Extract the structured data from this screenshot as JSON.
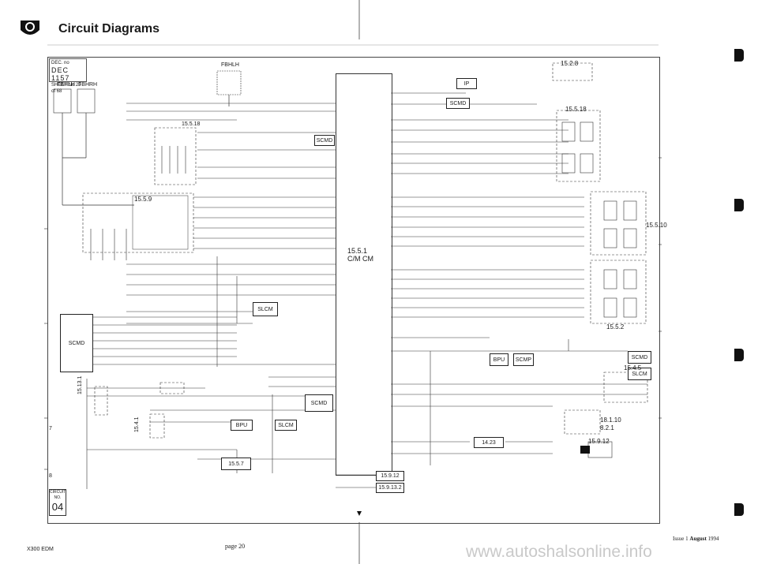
{
  "header": {
    "title": "Circuit Diagrams"
  },
  "frame": {
    "dec_box": {
      "caption": "DEC. no",
      "code": "DEC 1157",
      "sheet_line": "SHEET No  23  of  68"
    }
  },
  "modules": {
    "ip": "IP",
    "scmd_top": "SCMD",
    "scmd_mid": "SCMD",
    "scmd_left": "SCMD",
    "slcm_mid": "SLCM",
    "bpu_mid": "BPU",
    "slcm_bot": "SLCM",
    "bpu_right": "BPU",
    "scmp_right": "SCMP",
    "scmd_right": "SCMD",
    "slcm_right": "SLCM",
    "cim_cm": "15.5.1\nC/M CM"
  },
  "refs": {
    "fbhlh": "FBHLH",
    "fbh_l": "FBHLH",
    "fbh_r": "FBHRH",
    "r15_5_18a": "15.5.18",
    "r15_5_9": "15.5.9",
    "r15_2_8": "15.2.8",
    "r15_5_18b": "15.5.18",
    "r15_5_10": "15.5.10",
    "r15_5_2": "15.5.2",
    "r15_4_5": "15.4.5",
    "r18_1_10": "18.1.10",
    "r8_2_1": "8.2.1",
    "r15_9_12a": "15.9.12",
    "r14_23": "14.23",
    "r15_5_7": "15.5.7",
    "r15_9_12b": "15.9.12",
    "r15_9_13_2": "15.9.13.2",
    "r15_13_1": "15.13.1",
    "r15_4_1": "15.4.1"
  },
  "edge": {
    "row7": "7",
    "row8": "8",
    "bottom_code": "04",
    "bottom_caption": "CIRCUIT NO."
  },
  "footer": {
    "left": "X300 EDM",
    "center": "page 20",
    "issue_prefix": "Issue 1 ",
    "issue_month": "August",
    "issue_year": " 1994"
  },
  "watermark": "www.autoshalsonline.info"
}
